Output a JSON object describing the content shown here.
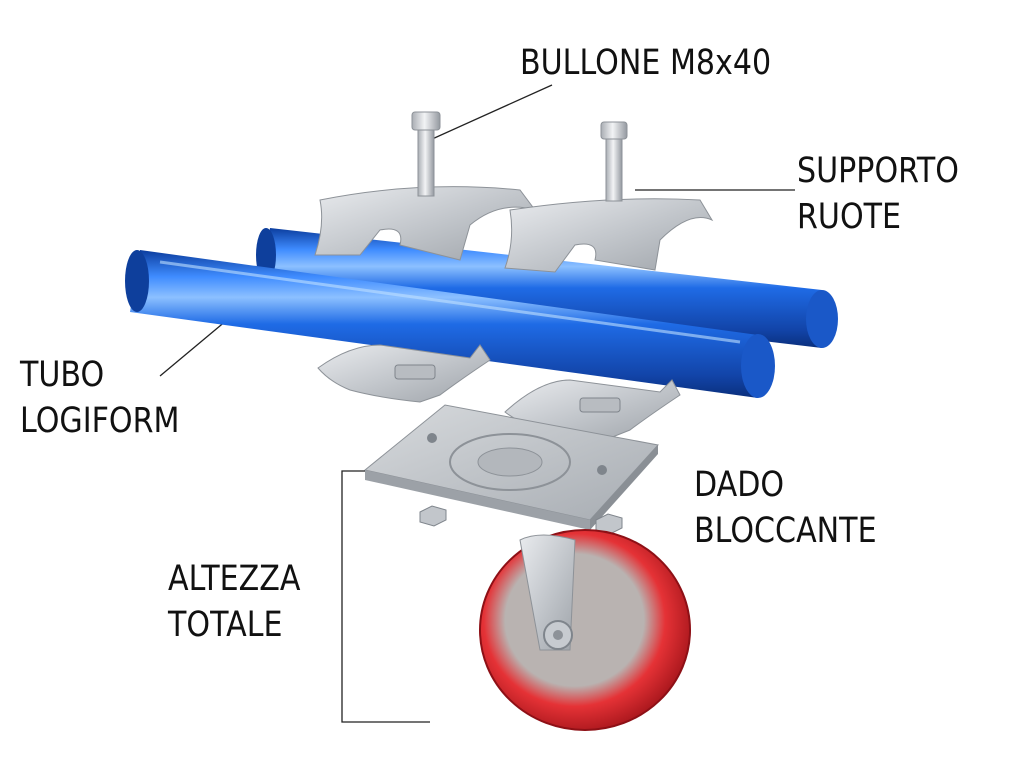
{
  "labels": {
    "bolt": "BULLONE M8x40",
    "support": {
      "line1": "SUPPORTO",
      "line2": "RUOTE"
    },
    "tube": {
      "line1": "TUBO",
      "line2": "LOGIFORM"
    },
    "nut": {
      "line1": "DADO",
      "line2": "BLOCCANTE"
    },
    "height": {
      "line1": "ALTEZZA",
      "line2": "TOTALE"
    }
  },
  "colors": {
    "tube_blue": "#1560d8",
    "wheel_red": "#d8202a",
    "metal": "#c9ccd1",
    "line": "#222222"
  }
}
